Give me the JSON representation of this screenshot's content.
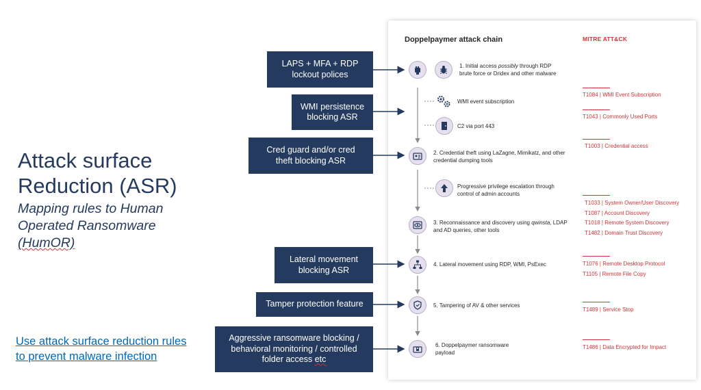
{
  "left": {
    "title_line1": "Attack surface",
    "title_line2": "Reduction (ASR)",
    "subtitle_line1": "Mapping rules to Human",
    "subtitle_line2": "Operated Ransomware",
    "subtitle_line3": "(HumOR)",
    "link_line1": "Use attack surface reduction rules",
    "link_line2": "to prevent malware infection"
  },
  "panel": {
    "title": "Doppelpaymer attack chain",
    "mitre_title": "MITRE ATT&CK"
  },
  "boxes": {
    "b1_l1": "LAPS + MFA + RDP",
    "b1_l2": "lockout polices",
    "b2_l1": "WMI persistence",
    "b2_l2": "blocking ASR",
    "b3_l1": "Cred guard and/or cred",
    "b3_l2": "theft blocking ASR",
    "b4_l1": "Lateral movement",
    "b4_l2": "blocking ASR",
    "b5_l1": "Tamper protection feature",
    "b6_l1": "Aggressive ransomware blocking /",
    "b6_l2": "behavioral monitoring / controlled",
    "b6_l3": "folder access ",
    "b6_l3b": "etc"
  },
  "steps": {
    "s1_l1a": "1. Initial access ",
    "s1_l1b": "possibly",
    "s1_l1c": " through RDP",
    "s1_l2": "brute force or Dridex and other malware",
    "sub_wmi": "WMI event subscription",
    "sub_c2": "C2 via port 443",
    "s2_l1": "2. Credential theft using LaZagne, Mimikatz, and other",
    "s2_l2": "credential dumping tools",
    "sub_priv_l1": "Progressive privilege escalation through",
    "sub_priv_l2": "control of admin accounts",
    "s3_l1a": "3. Reconnaissance and discovery using ",
    "s3_l1b": "qwinsta",
    "s3_l1c": ", LDAP",
    "s3_l2": "and AD queries, other tools",
    "s4": "4. Lateral movement using RDP, WMI, PsExec",
    "s5": "5. Tampering of AV & other services",
    "s6_l1": "6. Doppelpaymer ransomware",
    "s6_l2": "payload"
  },
  "mitre": {
    "t1084": "T1084 | WMI Event Subscription",
    "t1043": "T1043 | Commonly Used Ports",
    "t1003": "T1003 | Credential access",
    "t1033": "T1033 | System Owner/User Discovery",
    "t1087": "T1087 | Account Discovery",
    "t1018": "T1018 | Remote System Discovery",
    "t1482": "T1482 | Domain Trust Discovery",
    "t1076": "T1076 | Remote Desktop Protocol",
    "t1105": "T1105 | Remote File Copy",
    "t1489": "T1489 | Service Stop",
    "t1486": "T1486 | Data Encrypted for Impact"
  },
  "colors": {
    "navy": "#243a5e",
    "mitre_red": "#d13438",
    "link_blue": "#0067b8",
    "icon_fill": "#e6e0ee"
  },
  "icons": [
    "fist-icon",
    "bug-icon",
    "gears-icon",
    "door-icon",
    "id-card-icon",
    "arrow-up-icon",
    "eye-icon",
    "network-icon",
    "shield-icon",
    "lock-icon"
  ]
}
